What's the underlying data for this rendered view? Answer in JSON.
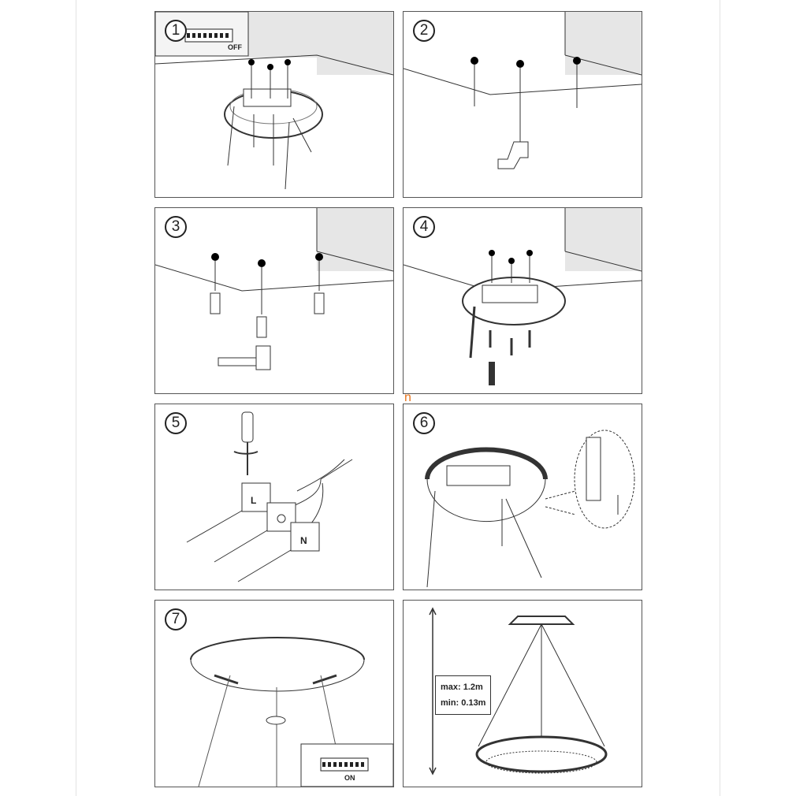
{
  "panels": [
    {
      "number": "1",
      "switch_label": "OFF"
    },
    {
      "number": "2"
    },
    {
      "number": "3"
    },
    {
      "number": "4"
    },
    {
      "number": "5",
      "terminals": {
        "live": "L",
        "neutral": "N"
      }
    },
    {
      "number": "6"
    },
    {
      "number": "7",
      "switch_label": "ON"
    },
    {
      "number": "",
      "max_label": "max: 1.2m",
      "min_label": "min: 0.13m"
    }
  ],
  "stray_mark": "n",
  "colors": {
    "stroke": "#333333",
    "wall": "#e6e6e6",
    "accent": "#e8741c"
  }
}
